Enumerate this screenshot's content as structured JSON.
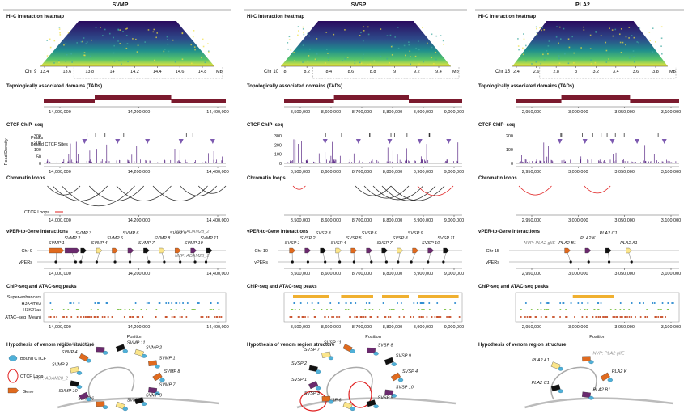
{
  "colors": {
    "tad": "#7b1a2e",
    "ctcf": "#5b2a86",
    "ctcf_tri": "#7d5ab0",
    "loop": "#333333",
    "ctcf_loop": "#e02020",
    "hic_bg": "#2a0a5e",
    "gene_orange": "#e06a1e",
    "gene_purple": "#6b2a6e",
    "gene_yellow": "#fbe58a",
    "gene_black": "#111111",
    "bound_ctcf": "#4fb0d8",
    "superenh": "#f0b030",
    "h3k4me3": "#2a8ad0",
    "h3k27ac": "#7ac142",
    "atac": "#c8502a"
  },
  "panels": [
    {
      "title": "SVMP",
      "heatmap": {
        "chr": "Chr 9",
        "ticks": [
          "13.4",
          "13.6",
          "13.8",
          "14",
          "14.2",
          "14.4",
          "14.6",
          "14.8"
        ],
        "unit": "Mb"
      },
      "axis": [
        "14,000,000",
        "14,200,000",
        "14,400,000"
      ],
      "genes": [
        "SVMP 1",
        "SVMP 2",
        "SVMP 3",
        "SVMP 4",
        "SVMP 5",
        "SVMP 6",
        "SVMP 7",
        "SVMP 8",
        "SVMP 9",
        "SVMP 10",
        "SVMP 11"
      ],
      "nvp": [
        "NVP: ADAM28_2",
        "NVP: ADAM28_1"
      ],
      "chr_label": "Chr 9",
      "vper_label": "vPERs",
      "peak_xlabel": "Position",
      "hyp_labels": [
        "SVMP 8",
        "SVMP 7",
        "SVMP 9",
        "SVMP 5",
        "SVMP 6",
        "SVMP 10",
        "NVP: ADAM28_2",
        "SVMP 3",
        "SVMP 4",
        "NVP: ADAM28_1",
        "SVMP 11",
        "SVMP 2",
        "SVMP 1"
      ],
      "legend": {
        "bound": "Bound CTCF",
        "loop": "CTCF Loop",
        "gene": "Gene"
      },
      "ctcf_legend": [
        "Peaks",
        "Bound CTCF Sites"
      ],
      "ctcf_ticks": [
        "0",
        "50",
        "100",
        "200",
        "300"
      ],
      "loop_legend": "CTCF Loops"
    },
    {
      "title": "SVSP",
      "heatmap": {
        "chr": "Chr 10",
        "ticks": [
          "8",
          "8.2",
          "8.4",
          "8.6",
          "8.8",
          "9",
          "9.2",
          "9.4"
        ],
        "unit": "Mb"
      },
      "axis": [
        "8,500,000",
        "8,600,000",
        "8,700,000",
        "8,800,000",
        "8,900,000",
        "9,000,000"
      ],
      "genes": [
        "SVSP 1",
        "SVSP 2",
        "SVSP 3",
        "SVSP 4",
        "SVSP 5",
        "SVSP 6",
        "SVSP 7",
        "SVSP 8",
        "SVSP 9",
        "SVSP 10",
        "SVSP 11"
      ],
      "chr_label": "Chr 10",
      "vper_label": "vPERs",
      "peak_xlabel": "Position",
      "hyp_labels": [
        "SVSP 4",
        "SVSP 10",
        "SVSP 5",
        "SVSP 6",
        "SVSP 3",
        "SVSP 1",
        "SVSP 2",
        "SVSP 7",
        "SVSP 11",
        "SVSP 8",
        "SVSP 9"
      ],
      "ctcf_ticks": [
        "0",
        "100",
        "200",
        "300"
      ]
    },
    {
      "title": "PLA2",
      "heatmap": {
        "chr": "Chr 15",
        "ticks": [
          "2.4",
          "2.6",
          "2.8",
          "3",
          "3.2",
          "3.4",
          "3.6",
          "3.8"
        ],
        "unit": "Mb"
      },
      "axis": [
        "2,950,000",
        "3,000,000",
        "3,050,000",
        "3,100,000"
      ],
      "genes": [
        "PLA2 B1",
        "PLA2 K",
        "PLA2 C1",
        "PLA2 A1"
      ],
      "nvp": [
        "NVP: PLA2 gIIE"
      ],
      "chr_label": "Chr 15",
      "vper_label": "vPERs",
      "peak_xlabel": "Position",
      "hyp_labels": [
        "PLA2 K",
        "PLA2 B1",
        "PLA2 C1",
        "PLA2 A1",
        "NVP: PLA2 gIIE"
      ],
      "ctcf_ticks": [
        "0",
        "100",
        "200"
      ]
    }
  ],
  "sections": {
    "hic": "Hi-C interaction heatmap",
    "tad": "Topologically associated domains (TADs)",
    "ctcf": "CTCF ChIP–seq",
    "loops": "Chromatin loops",
    "vper": "vPER-to-Gene interactions",
    "peaks": "ChIP-seq and ATAC-seq peaks",
    "hyp": "Hypothesis of venom region structure"
  },
  "ctcf_ylabel": "Read Density",
  "peak_rows": [
    "Super-enhancers",
    "H3K4me3",
    "H3K27ac",
    "ATAC–seq (Mean)"
  ]
}
